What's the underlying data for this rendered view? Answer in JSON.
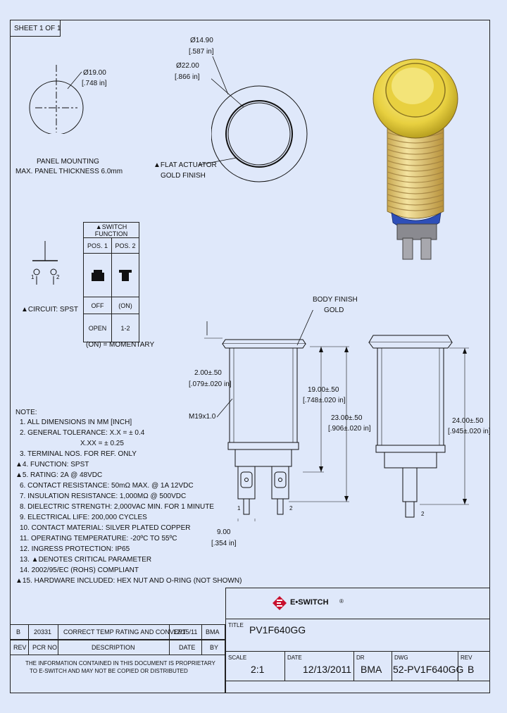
{
  "sheet": {
    "label": "SHEET 1 OF 1"
  },
  "panel": {
    "dia_mm": "Ø19.00",
    "dia_in": "[.748 in]",
    "caption1": "PANEL MOUNTING",
    "caption2": "MAX. PANEL THICKNESS 6.0mm"
  },
  "front": {
    "d1_mm": "Ø14.90",
    "d1_in": "[.587 in]",
    "d2_mm": "Ø22.00",
    "d2_in": "[.866 in]",
    "note1": "▲FLAT ACTUATOR",
    "note2": "GOLD FINISH"
  },
  "switch_function": {
    "title": "▲SWITCH FUNCTION",
    "pos1": "POS. 1",
    "pos2": "POS. 2",
    "state1": "OFF",
    "state2": "(ON)",
    "conn1": "OPEN",
    "conn2": "1-2",
    "legend": "(ON) = MOMENTARY"
  },
  "circuit": {
    "label": "▲CIRCUIT: SPST",
    "pin1": "1",
    "pin2": "2"
  },
  "side": {
    "body_note1": "BODY FINISH",
    "body_note2": "GOLD",
    "dim_cap_mm": "2.00±.50",
    "dim_cap_in": "[.079±.020 in]",
    "thread": "M19x1.0",
    "dim_body_mm": "19.00±.50",
    "dim_body_in": "[.748±.020 in]",
    "dim_total_mm": "23.00±.50",
    "dim_total_in": "[.906±.020 in]",
    "dim_w_mm": "9.00",
    "dim_w_in": "[.354 in]",
    "pin1": "1",
    "pin2": "2",
    "dim_right_mm": "24.00±.50",
    "dim_right_in": "[.945±.020 in]",
    "pin2r": "2"
  },
  "notes": {
    "header": "NOTE:",
    "items": [
      "1. ALL DIMENSIONS IN MM [INCH]",
      "2. GENERAL TOLERANCE: X.X = ± 0.4",
      "X.XX = ± 0.25",
      "3. TERMINAL NOS. FOR REF. ONLY",
      "▲4. FUNCTION: SPST",
      "▲5. RATING: 2A @ 48VDC",
      "6. CONTACT RESISTANCE: 50mΩ MAX. @ 1A 12VDC",
      "7. INSULATION RESISTANCE: 1,000MΩ @ 500VDC",
      "8. DIELECTRIC STRENGTH: 2,000VAC MIN. FOR 1 MINUTE",
      "9. ELECTRICAL LIFE: 200,000 CYCLES",
      "10. CONTACT MATERIAL: SILVER PLATED COPPER",
      "11. OPERATING TEMPERATURE: -20ºC TO 55ºC",
      "12. INGRESS PROTECTION: IP65",
      "13. ▲DENOTES CRITICAL PARAMETER",
      "14. 2002/95/EC (ROHS) COMPLIANT",
      "▲15. HARDWARE INCLUDED: HEX NUT AND O-RING (NOT SHOWN)"
    ]
  },
  "revision": {
    "rev": "B",
    "pcr": "20331",
    "description": "CORRECT TEMP RATING AND CONVERT",
    "date": "12/15/11",
    "by": "BMA",
    "h_rev": "REV",
    "h_pcr": "PCR NO",
    "h_desc": "DESCRIPTION",
    "h_date": "DATE",
    "h_by": "BY",
    "notice1": "THE INFORMATION CONTAINED IN THIS DOCUMENT IS PROPRIETARY",
    "notice2": "TO E-SWITCH AND MAY NOT BE COPIED OR DISTRIBUTED"
  },
  "titleblock": {
    "brand": "E•SWITCH",
    "brand_mark": "®",
    "title_label": "TITLE",
    "title": "PV1F640GG",
    "scale_label": "SCALE",
    "scale": "2:1",
    "date_label": "DATE",
    "date": "12/13/2011",
    "dr_label": "DR",
    "dr": "BMA",
    "dwg_label": "DWG",
    "dwg": "52-PV1F640GG",
    "rev_label": "REV",
    "rev": "B"
  },
  "colors": {
    "sheet": "#dfe8fa",
    "gold": "#e0c93a",
    "blue": "#2e4fb8",
    "red": "#c8102e"
  }
}
